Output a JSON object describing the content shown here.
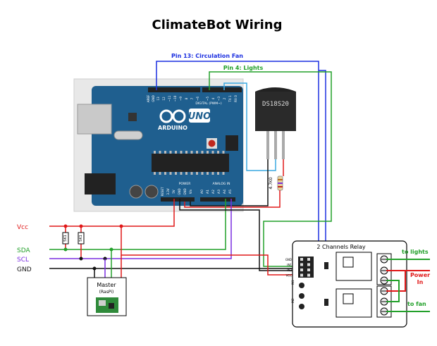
{
  "title": "ClimateBot Wiring",
  "labels": {
    "pin13": "Pin 13: Circulation Fan",
    "pin4": "Pin 4: Lights",
    "vcc": "Vcc",
    "sda": "SDA",
    "scl": "SCL",
    "gnd": "GND",
    "resistor1": "5K1",
    "resistor2": "5K1",
    "resistor_sensor": "4.7K0",
    "master": "Master",
    "raspi": "(RasPi)",
    "relay_title": "2 Channels Relay",
    "to_lights": "to lights",
    "power_in": "Power\nIn",
    "to_fan": "to fan",
    "sensor": "DS18S20"
  },
  "arduino": {
    "logo_text": "ARDUINO",
    "model": "UNO",
    "digital_header": "DIGITAL (PWM~)",
    "power_header": "POWER",
    "analog_header": "ANALOG IN",
    "aref": "AREF",
    "gnd_top": "GND",
    "top_pins": [
      "13",
      "12",
      "~11",
      "~10",
      "~9",
      "8",
      "7",
      "~6",
      "~5",
      "4",
      "~3",
      "2",
      "TX 1",
      "RX 0"
    ],
    "bottom_power_pins": [
      "RESET",
      "3.3V",
      "5V",
      "GND",
      "GND",
      "Vin"
    ],
    "bottom_analog_pins": [
      "A0",
      "A1",
      "A2",
      "A3",
      "A4",
      "A5"
    ]
  },
  "relay_pins": [
    "GND",
    "IN1",
    "IN2",
    "VCC"
  ],
  "relay_channels": [
    "IN1",
    "IN2"
  ],
  "colors": {
    "blue_wire": "#1a2ee0",
    "green_wire": "#22a02a",
    "red_wire": "#e01818",
    "purple_wire": "#7a2ee0",
    "black_wire": "#111111",
    "cyan_wire": "#3aa8e0",
    "arduino_board": "#1f5f8f",
    "relay_board": "#ffffff"
  }
}
